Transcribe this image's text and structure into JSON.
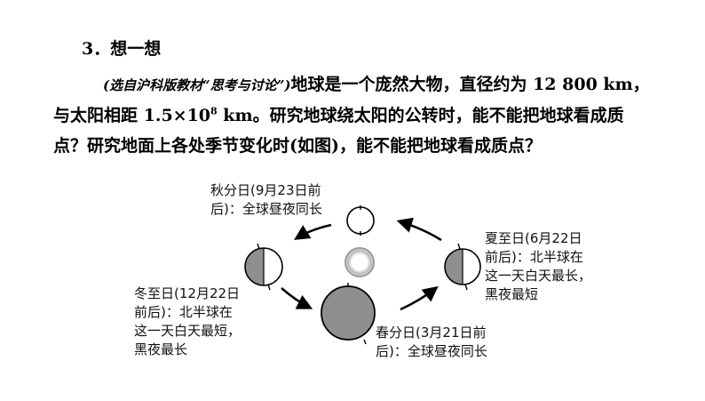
{
  "heading": "3．想一想",
  "paragraph": {
    "source": "(选自沪科版教材“思考与讨论”)",
    "part1": "地球是一个庞然大物，直径约为 12 800 km，与太阳相距 1.5×10",
    "exponent": "8",
    "part2": " km。研究地球绕太阳的公转时，能不能把地球看成质点？研究地面上各处季节变化时(如图)，能不能把地球看成质点？"
  },
  "figure": {
    "captions": {
      "autumn": "秋分日(9月23日前\n后)：全球昼夜同长",
      "summer": "夏至日(6月22日\n前后)：北半球在\n这一天白天最长，\n黑夜最短",
      "winter": "冬至日(12月22日\n前后)：北半球在\n这一天白天最短，\n黑夜最长",
      "spring": "春分日(3月21日前\n后)：全球昼夜同长"
    },
    "colors": {
      "dark_half": "#8f8f8f",
      "sun": "#a8a8a8",
      "line": "#000000"
    }
  }
}
